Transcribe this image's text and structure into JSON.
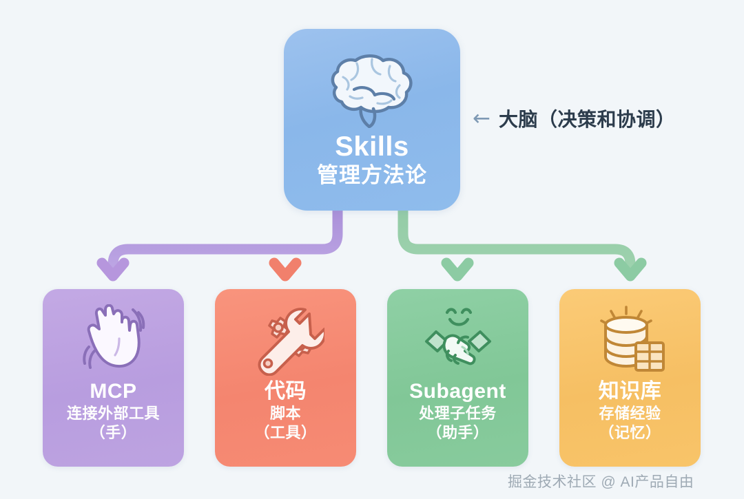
{
  "background_color": "#f2f6f9",
  "root": {
    "icon": "brain-icon",
    "title": "Skills",
    "subtitle": "管理方法论",
    "color": "#8ab7ea"
  },
  "annotation": {
    "arrow": "←",
    "text": "大脑（决策和协调）",
    "color": "#2c3c4c"
  },
  "nodes": [
    {
      "id": "mcp",
      "icon": "waving-hand-icon",
      "title": "MCP",
      "desc": "连接外部工具",
      "note": "（手）",
      "color": "#bda0e0",
      "connector_color": "#b696dd"
    },
    {
      "id": "code",
      "icon": "wrench-gear-icon",
      "title": "代码",
      "desc": "脚本",
      "note": "（工具）",
      "color": "#f58a72",
      "connector_color": "#f1806c"
    },
    {
      "id": "subagent",
      "icon": "handshake-icon",
      "title": "Subagent",
      "desc": "处理子任务",
      "note": "（助手）",
      "color": "#84c99a",
      "connector_color": "#8ccba3"
    },
    {
      "id": "knowledge-base",
      "icon": "database-icon",
      "title": "知识库",
      "desc": "存储经验",
      "note": "（记忆）",
      "color": "#f7c168",
      "connector_color": "#8ccba3"
    }
  ],
  "watermark": {
    "text": "掘金技术社区 @ AI产品自由"
  }
}
